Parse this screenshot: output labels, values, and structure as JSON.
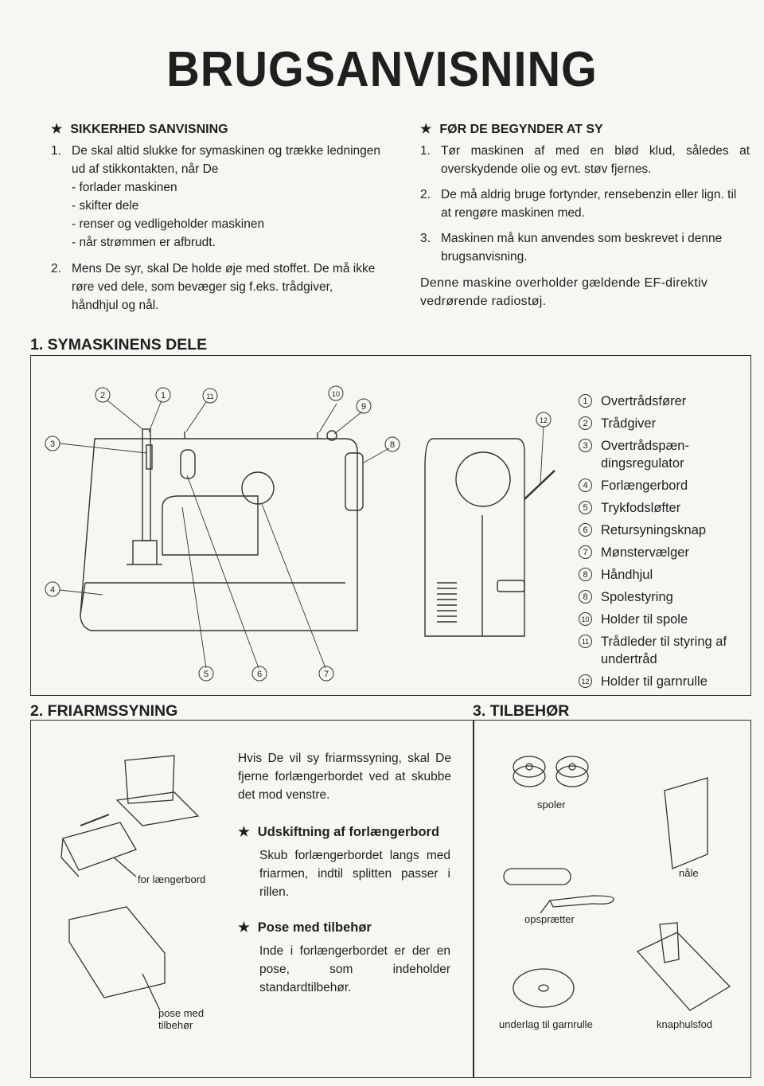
{
  "title": "BRUGSANVISNING",
  "safety": {
    "heading": "SIKKERHED SANVISNING",
    "item1_num": "1.",
    "item1_text": "De skal altid slukke for symaskinen og trække ledningen ud af stikkontakten, når De",
    "bullets": [
      "- forlader maskinen",
      "- skifter dele",
      "- renser og vedligeholder maskinen",
      "- når strømmen er afbrudt."
    ],
    "item2_num": "2.",
    "item2_text": "Mens De syr, skal De holde øje med stoffet. De må ikke røre ved dele, som bevæger sig f.eks. trådgiver, håndhjul og nål."
  },
  "before": {
    "heading": "FØR DE BEGYNDER AT SY",
    "items": [
      {
        "num": "1.",
        "text": "Tør maskinen af med en blød klud, således at overskydende olie og evt. støv fjernes."
      },
      {
        "num": "2.",
        "text": "De må aldrig bruge fortynder, rensebenzin eller lign. til at rengøre maskinen med."
      },
      {
        "num": "3.",
        "text": "Maskinen må kun anvendes som beskrevet i denne brugsanvisning."
      }
    ],
    "note": "Denne maskine overholder gældende EF-direktiv vedrørende radiostøj."
  },
  "section1": {
    "heading": "1. SYMASKINENS DELE",
    "parts": [
      {
        "n": "1",
        "label": "Overtrådsfører"
      },
      {
        "n": "2",
        "label": "Trådgiver"
      },
      {
        "n": "3",
        "label": "Overtrådspæn-dingsregulator"
      },
      {
        "n": "4",
        "label": "Forlængerbord"
      },
      {
        "n": "5",
        "label": "Trykfodsløfter"
      },
      {
        "n": "6",
        "label": "Retursyningsknap"
      },
      {
        "n": "7",
        "label": "Mønstervælger"
      },
      {
        "n": "8",
        "label": "Håndhjul"
      },
      {
        "n": "8",
        "label": "Spolestyring"
      },
      {
        "n": "10",
        "label": "Holder til spole"
      },
      {
        "n": "11",
        "label": "Trådleder til styring af undertråd"
      },
      {
        "n": "12",
        "label": "Holder til garnrulle"
      }
    ],
    "callouts": [
      "1",
      "2",
      "3",
      "4",
      "5",
      "6",
      "7",
      "8",
      "9",
      "10",
      "11",
      "12"
    ]
  },
  "section2": {
    "heading": "2. FRIARMSSYNING",
    "intro": "Hvis De vil sy friarmssyning, skal De fjerne forlængerbordet ved at skubbe det mod venstre.",
    "sub1_heading": "Udskiftning af forlængerbord",
    "sub1_text": "Skub forlængerbordet langs med friarmen, indtil splitten passer i rillen.",
    "sub2_heading": "Pose med tilbehør",
    "sub2_text": "Inde i forlængerbordet er der en pose, som indeholder standardtilbehør.",
    "cap_table": "for længerbord",
    "cap_pouch": "pose med tilbehør"
  },
  "section3": {
    "heading": "3. TILBEHØR",
    "items": [
      "spoler",
      "nåle",
      "opsprætter",
      "underlag til garnrulle",
      "knaphulsfod"
    ]
  }
}
